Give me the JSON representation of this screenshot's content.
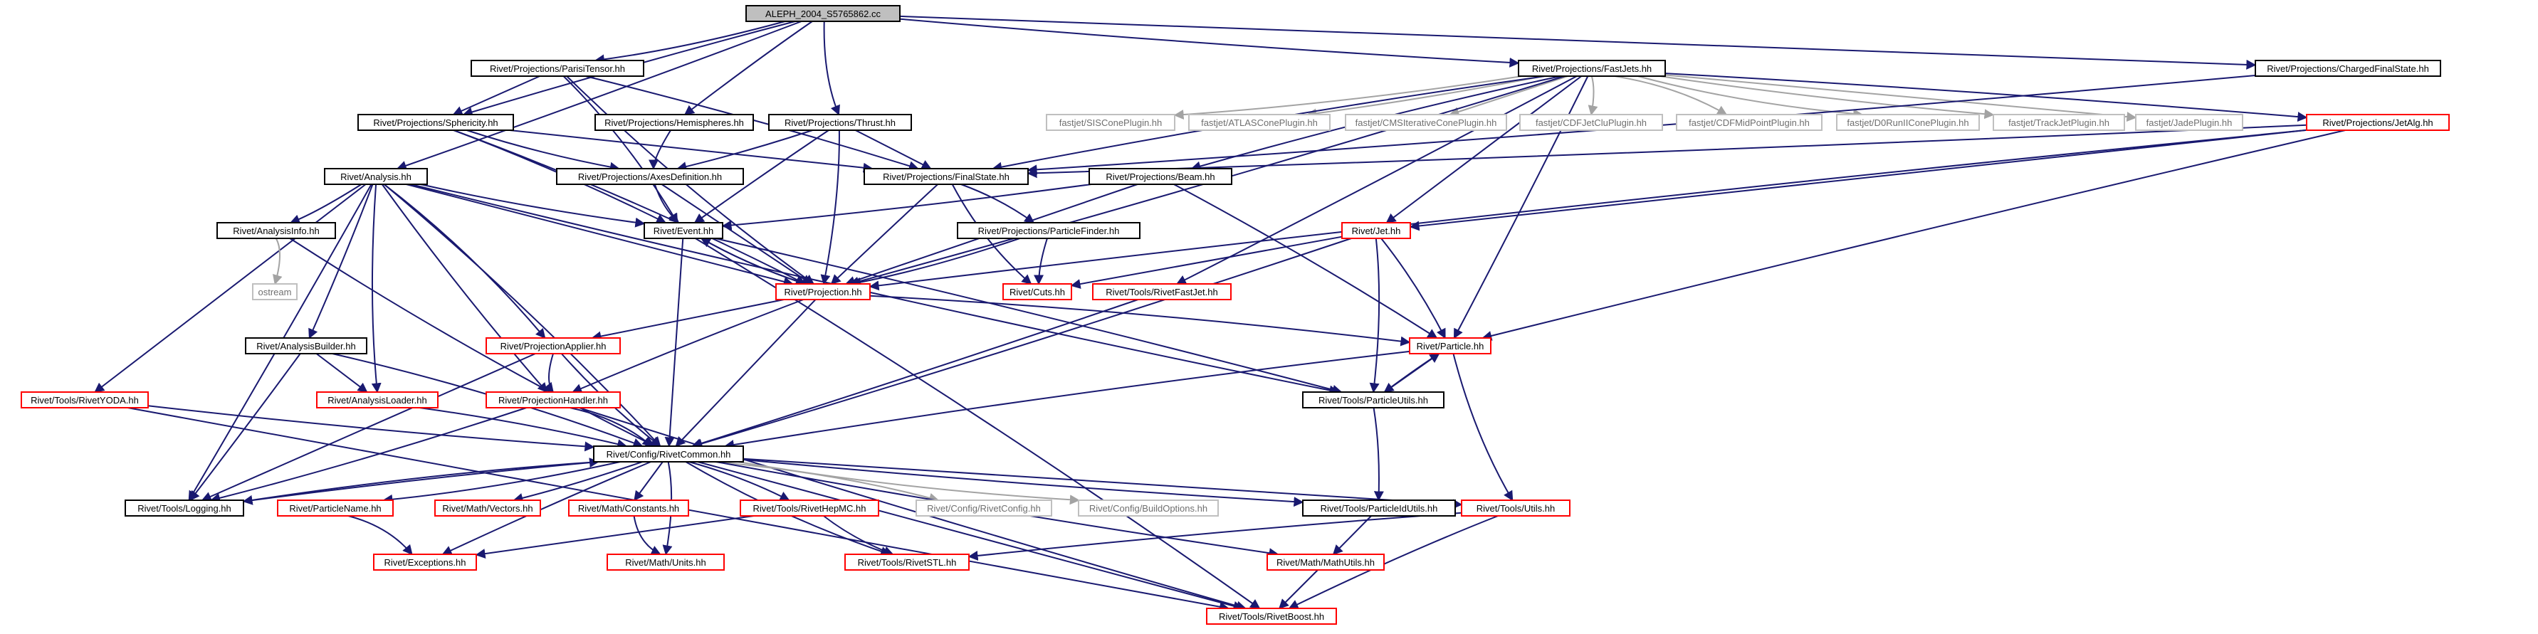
{
  "colors": {
    "root_fill": "#bfbfbf",
    "root_border": "#000000",
    "node_fill": "#ffffff",
    "node_border_black": "#000000",
    "node_border_red": "#ff0000",
    "node_border_grey": "#bfbfbf",
    "text_normal": "#000000",
    "text_grey": "#6f6f6f",
    "edge": "#191970",
    "edge_grey": "#a3a3a3"
  },
  "nodes": [
    {
      "id": "root",
      "label": "ALEPH_2004_S5765862.cc",
      "style": "root"
    },
    {
      "id": "parisi",
      "label": "Rivet/Projections/ParisiTensor.hh",
      "style": "black"
    },
    {
      "id": "fastjets",
      "label": "Rivet/Projections/FastJets.hh",
      "style": "black"
    },
    {
      "id": "chargedfs",
      "label": "Rivet/Projections/ChargedFinalState.hh",
      "style": "black"
    },
    {
      "id": "sphericity",
      "label": "Rivet/Projections/Sphericity.hh",
      "style": "black"
    },
    {
      "id": "hemispheres",
      "label": "Rivet/Projections/Hemispheres.hh",
      "style": "black"
    },
    {
      "id": "thrust",
      "label": "Rivet/Projections/Thrust.hh",
      "style": "black"
    },
    {
      "id": "siscone",
      "label": "fastjet/SISConePlugin.hh",
      "style": "grey"
    },
    {
      "id": "atlascone",
      "label": "fastjet/ATLASConePlugin.hh",
      "style": "grey"
    },
    {
      "id": "cmsiter",
      "label": "fastjet/CMSIterativeConePlugin.hh",
      "style": "grey"
    },
    {
      "id": "cdfjetclu",
      "label": "fastjet/CDFJetCluPlugin.hh",
      "style": "grey"
    },
    {
      "id": "cdfmid",
      "label": "fastjet/CDFMidPointPlugin.hh",
      "style": "grey"
    },
    {
      "id": "d0run",
      "label": "fastjet/D0RunIIConePlugin.hh",
      "style": "grey"
    },
    {
      "id": "trackjet",
      "label": "fastjet/TrackJetPlugin.hh",
      "style": "grey"
    },
    {
      "id": "jade",
      "label": "fastjet/JadePlugin.hh",
      "style": "grey"
    },
    {
      "id": "jetalg",
      "label": "Rivet/Projections/JetAlg.hh",
      "style": "red"
    },
    {
      "id": "analysis",
      "label": "Rivet/Analysis.hh",
      "style": "black"
    },
    {
      "id": "axesdef",
      "label": "Rivet/Projections/AxesDefinition.hh",
      "style": "black"
    },
    {
      "id": "finalstate",
      "label": "Rivet/Projections/FinalState.hh",
      "style": "black"
    },
    {
      "id": "beam",
      "label": "Rivet/Projections/Beam.hh",
      "style": "black"
    },
    {
      "id": "analysisinfo",
      "label": "Rivet/AnalysisInfo.hh",
      "style": "black"
    },
    {
      "id": "event",
      "label": "Rivet/Event.hh",
      "style": "black"
    },
    {
      "id": "particlefinder",
      "label": "Rivet/Projections/ParticleFinder.hh",
      "style": "black"
    },
    {
      "id": "jet",
      "label": "Rivet/Jet.hh",
      "style": "red"
    },
    {
      "id": "ostream",
      "label": "ostream",
      "style": "grey"
    },
    {
      "id": "projection",
      "label": "Rivet/Projection.hh",
      "style": "red"
    },
    {
      "id": "cuts",
      "label": "Rivet/Cuts.hh",
      "style": "red"
    },
    {
      "id": "rivetfastjet",
      "label": "Rivet/Tools/RivetFastJet.hh",
      "style": "red"
    },
    {
      "id": "analysisbuilder",
      "label": "Rivet/AnalysisBuilder.hh",
      "style": "black"
    },
    {
      "id": "projapplier",
      "label": "Rivet/ProjectionApplier.hh",
      "style": "red"
    },
    {
      "id": "particle",
      "label": "Rivet/Particle.hh",
      "style": "red"
    },
    {
      "id": "rivetyoda",
      "label": "Rivet/Tools/RivetYODA.hh",
      "style": "red"
    },
    {
      "id": "analysisloader",
      "label": "Rivet/AnalysisLoader.hh",
      "style": "red"
    },
    {
      "id": "projhandler",
      "label": "Rivet/ProjectionHandler.hh",
      "style": "red"
    },
    {
      "id": "particleutils",
      "label": "Rivet/Tools/ParticleUtils.hh",
      "style": "black"
    },
    {
      "id": "rivetcommon",
      "label": "Rivet/Config/RivetCommon.hh",
      "style": "black"
    },
    {
      "id": "logging",
      "label": "Rivet/Tools/Logging.hh",
      "style": "black"
    },
    {
      "id": "particlename",
      "label": "Rivet/ParticleName.hh",
      "style": "red"
    },
    {
      "id": "vectors",
      "label": "Rivet/Math/Vectors.hh",
      "style": "red"
    },
    {
      "id": "constants",
      "label": "Rivet/Math/Constants.hh",
      "style": "red"
    },
    {
      "id": "rivethepmc",
      "label": "Rivet/Tools/RivetHepMC.hh",
      "style": "red"
    },
    {
      "id": "rivetconfig",
      "label": "Rivet/Config/RivetConfig.hh",
      "style": "grey"
    },
    {
      "id": "buildoptions",
      "label": "Rivet/Config/BuildOptions.hh",
      "style": "grey"
    },
    {
      "id": "particleidutils",
      "label": "Rivet/Tools/ParticleIdUtils.hh",
      "style": "black"
    },
    {
      "id": "utils",
      "label": "Rivet/Tools/Utils.hh",
      "style": "red"
    },
    {
      "id": "exceptions",
      "label": "Rivet/Exceptions.hh",
      "style": "red"
    },
    {
      "id": "units",
      "label": "Rivet/Math/Units.hh",
      "style": "red"
    },
    {
      "id": "rivetstl",
      "label": "Rivet/Tools/RivetSTL.hh",
      "style": "red"
    },
    {
      "id": "mathutils",
      "label": "Rivet/Math/MathUtils.hh",
      "style": "red"
    },
    {
      "id": "rivetboost",
      "label": "Rivet/Tools/RivetBoost.hh",
      "style": "red"
    }
  ],
  "edges": [
    [
      "root",
      "parisi"
    ],
    [
      "root",
      "fastjets"
    ],
    [
      "root",
      "chargedfs"
    ],
    [
      "root",
      "sphericity"
    ],
    [
      "root",
      "hemispheres"
    ],
    [
      "root",
      "thrust"
    ],
    [
      "root",
      "analysis"
    ],
    [
      "parisi",
      "sphericity"
    ],
    [
      "parisi",
      "finalstate"
    ],
    [
      "parisi",
      "event"
    ],
    [
      "parisi",
      "projection"
    ],
    [
      "sphericity",
      "axesdef"
    ],
    [
      "sphericity",
      "finalstate"
    ],
    [
      "sphericity",
      "event"
    ],
    [
      "sphericity",
      "projection"
    ],
    [
      "hemispheres",
      "axesdef"
    ],
    [
      "thrust",
      "axesdef"
    ],
    [
      "thrust",
      "finalstate"
    ],
    [
      "thrust",
      "event"
    ],
    [
      "thrust",
      "projection"
    ],
    [
      "fastjets",
      "siscone"
    ],
    [
      "fastjets",
      "atlascone"
    ],
    [
      "fastjets",
      "cmsiter"
    ],
    [
      "fastjets",
      "cdfjetclu"
    ],
    [
      "fastjets",
      "cdfmid"
    ],
    [
      "fastjets",
      "d0run"
    ],
    [
      "fastjets",
      "trackjet"
    ],
    [
      "fastjets",
      "jade"
    ],
    [
      "fastjets",
      "jetalg"
    ],
    [
      "fastjets",
      "finalstate"
    ],
    [
      "fastjets",
      "projection"
    ],
    [
      "fastjets",
      "rivetfastjet"
    ],
    [
      "fastjets",
      "jet"
    ],
    [
      "fastjets",
      "particle"
    ],
    [
      "fastjets",
      "beam"
    ],
    [
      "chargedfs",
      "finalstate"
    ],
    [
      "jetalg",
      "finalstate"
    ],
    [
      "jetalg",
      "jet"
    ],
    [
      "jetalg",
      "particle"
    ],
    [
      "jetalg",
      "projection"
    ],
    [
      "analysis",
      "analysisinfo"
    ],
    [
      "analysis",
      "event"
    ],
    [
      "analysis",
      "projection"
    ],
    [
      "analysis",
      "analysisbuilder"
    ],
    [
      "analysis",
      "projapplier"
    ],
    [
      "analysis",
      "analysisloader"
    ],
    [
      "analysis",
      "projhandler"
    ],
    [
      "analysis",
      "rivetyoda"
    ],
    [
      "analysis",
      "logging"
    ],
    [
      "analysis",
      "rivetcommon"
    ],
    [
      "analysis",
      "particleutils"
    ],
    [
      "axesdef",
      "event"
    ],
    [
      "axesdef",
      "projection"
    ],
    [
      "finalstate",
      "particlefinder"
    ],
    [
      "finalstate",
      "projection"
    ],
    [
      "finalstate",
      "cuts"
    ],
    [
      "beam",
      "event"
    ],
    [
      "beam",
      "projection"
    ],
    [
      "beam",
      "particle"
    ],
    [
      "analysisinfo",
      "ostream"
    ],
    [
      "analysisinfo",
      "rivetcommon"
    ],
    [
      "event",
      "projection"
    ],
    [
      "event",
      "rivetcommon"
    ],
    [
      "event",
      "particleutils"
    ],
    [
      "event",
      "rivetboost"
    ],
    [
      "particlefinder",
      "projection"
    ],
    [
      "particlefinder",
      "cuts"
    ],
    [
      "jet",
      "cuts"
    ],
    [
      "jet",
      "particle"
    ],
    [
      "jet",
      "particleutils"
    ],
    [
      "jet",
      "rivetcommon"
    ],
    [
      "projection",
      "event"
    ],
    [
      "projection",
      "projapplier"
    ],
    [
      "projection",
      "projhandler"
    ],
    [
      "projection",
      "particle"
    ],
    [
      "projection",
      "rivetcommon"
    ],
    [
      "rivetfastjet",
      "rivetcommon"
    ],
    [
      "analysisbuilder",
      "analysisloader"
    ],
    [
      "analysisbuilder",
      "logging"
    ],
    [
      "analysisbuilder",
      "rivetcommon"
    ],
    [
      "projapplier",
      "projhandler"
    ],
    [
      "projapplier",
      "rivetcommon"
    ],
    [
      "projapplier",
      "logging"
    ],
    [
      "particle",
      "particleutils"
    ],
    [
      "particle",
      "rivetcommon"
    ],
    [
      "particle",
      "utils"
    ],
    [
      "rivetyoda",
      "rivetcommon"
    ],
    [
      "rivetyoda",
      "rivetboost"
    ],
    [
      "analysisloader",
      "rivetcommon"
    ],
    [
      "projhandler",
      "rivetcommon"
    ],
    [
      "projhandler",
      "logging"
    ],
    [
      "projhandler",
      "rivetboost"
    ],
    [
      "particleutils",
      "particle"
    ],
    [
      "particleutils",
      "particleidutils"
    ],
    [
      "rivetcommon",
      "logging"
    ],
    [
      "rivetcommon",
      "particlename"
    ],
    [
      "rivetcommon",
      "vectors"
    ],
    [
      "rivetcommon",
      "constants"
    ],
    [
      "rivetcommon",
      "rivethepmc"
    ],
    [
      "rivetcommon",
      "rivetconfig"
    ],
    [
      "rivetcommon",
      "buildoptions"
    ],
    [
      "rivetcommon",
      "particleidutils"
    ],
    [
      "rivetcommon",
      "utils"
    ],
    [
      "rivetcommon",
      "exceptions"
    ],
    [
      "rivetcommon",
      "units"
    ],
    [
      "rivetcommon",
      "rivetstl"
    ],
    [
      "rivetcommon",
      "mathutils"
    ],
    [
      "rivetcommon",
      "rivetboost"
    ],
    [
      "logging",
      "rivetcommon"
    ],
    [
      "particlename",
      "exceptions"
    ],
    [
      "constants",
      "units"
    ],
    [
      "rivethepmc",
      "rivetstl"
    ],
    [
      "rivethepmc",
      "exceptions"
    ],
    [
      "utils",
      "rivetstl"
    ],
    [
      "utils",
      "rivetboost"
    ],
    [
      "mathutils",
      "rivetboost"
    ],
    [
      "particleidutils",
      "mathutils"
    ]
  ]
}
